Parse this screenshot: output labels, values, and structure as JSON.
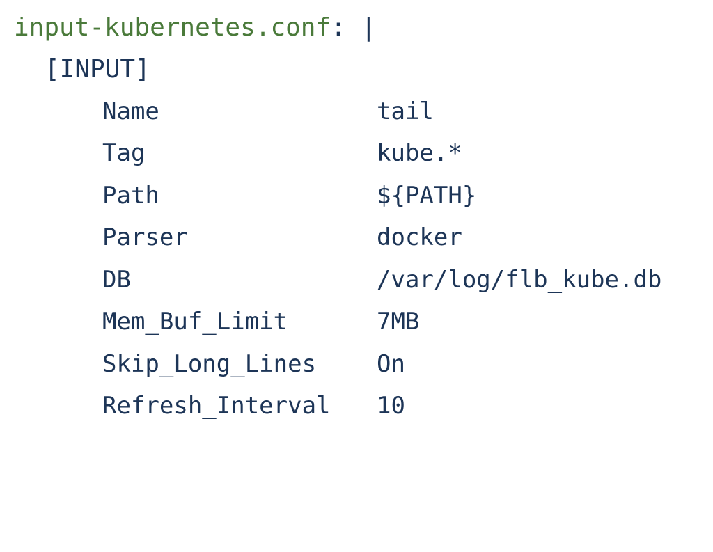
{
  "config": {
    "key": "input-kubernetes.conf",
    "separator": ": |",
    "section": "[INPUT]",
    "entries": [
      {
        "name": "Name",
        "value": "tail"
      },
      {
        "name": "Tag",
        "value": "kube.*"
      },
      {
        "name": "Path",
        "value": "${PATH}"
      },
      {
        "name": "Parser",
        "value": "docker"
      },
      {
        "name": "DB",
        "value": "/var/log/flb_kube.db"
      },
      {
        "name": "Mem_Buf_Limit",
        "value": "7MB"
      },
      {
        "name": "Skip_Long_Lines",
        "value": "On"
      },
      {
        "name": "Refresh_Interval",
        "value": "10"
      }
    ]
  },
  "colors": {
    "key": "#4a7a3a",
    "text": "#1d3557",
    "background": "#ffffff"
  }
}
